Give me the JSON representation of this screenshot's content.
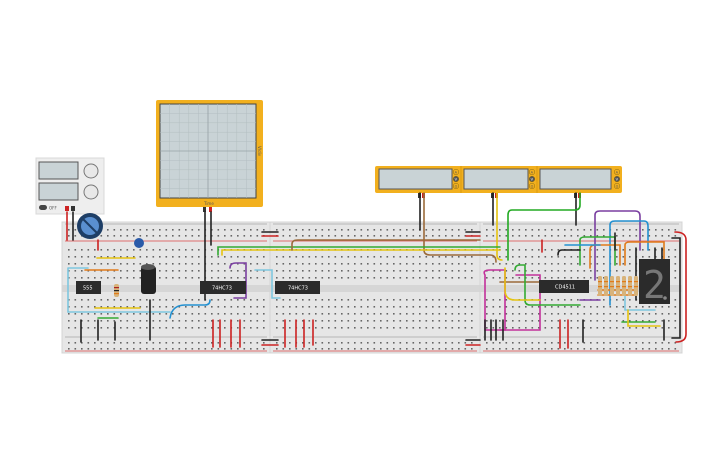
{
  "oscilloscope": {
    "x_label": "Time",
    "y_label": "V/div"
  },
  "power_supply": {
    "switch_label": "OFF"
  },
  "chips": [
    {
      "label": "555"
    },
    {
      "label": "74HC73"
    },
    {
      "label": "74HC73"
    },
    {
      "label": "CD4511"
    }
  ],
  "multimeters": [
    {
      "buttons": [
        "A",
        "V",
        "Ω"
      ]
    },
    {
      "buttons": [
        "A",
        "V",
        "Ω"
      ]
    },
    {
      "buttons": [
        "A",
        "V",
        "Ω"
      ]
    }
  ],
  "seven_segment": {
    "digit": "2"
  },
  "colors": {
    "frame": "#f2b01e",
    "screen": "#c9d3d6",
    "board": "#e6e6e6",
    "chip": "#2b2b2b"
  }
}
